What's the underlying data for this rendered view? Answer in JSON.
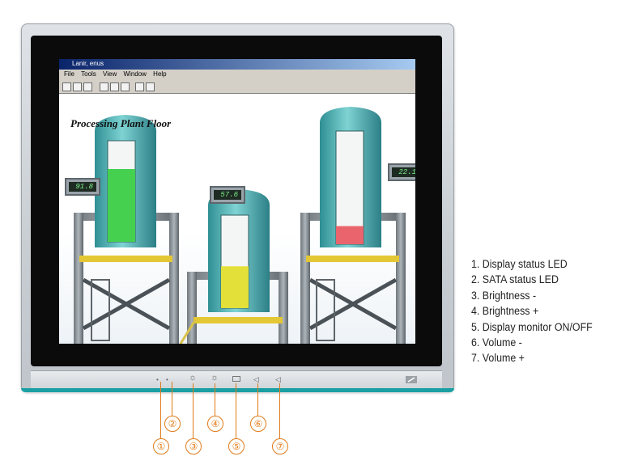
{
  "screen_app": {
    "window_title": "Lanir, enus",
    "menu": [
      "File",
      "Tools",
      "View",
      "Window",
      "Help"
    ],
    "title": "Processing Plant Floor",
    "readouts": [
      "91.8",
      "57.6",
      "22.1"
    ],
    "tank_levels": [
      0.72,
      0.45,
      0.16
    ],
    "tank_level_colors": [
      "#45d14f",
      "#e3e03a",
      "#e9646c"
    ]
  },
  "controls": [
    {
      "id": "1",
      "name": "Display status LED",
      "icon": "led-dot"
    },
    {
      "id": "2",
      "name": "SATA status LED",
      "icon": "led-dot"
    },
    {
      "id": "3",
      "name": "Brightness -",
      "icon": "sun-small-icon"
    },
    {
      "id": "4",
      "name": "Brightness +",
      "icon": "sun-large-icon"
    },
    {
      "id": "5",
      "name": "Display monitor ON/OFF",
      "icon": "display-icon"
    },
    {
      "id": "6",
      "name": "Volume -",
      "icon": "speaker-icon"
    },
    {
      "id": "7",
      "name": "Volume +",
      "icon": "speaker-icon"
    }
  ],
  "legend": [
    "1. Display status LED",
    "2. SATA status LED",
    "3. Brightness -",
    "4. Brightness +",
    "5. Display monitor ON/OFF",
    "6. Volume -",
    "7. Volume +"
  ],
  "callout_labels": [
    "①",
    "②",
    "③",
    "④",
    "⑤",
    "⑥",
    "⑦"
  ],
  "colors": {
    "callout": "#e07b1a",
    "accent_strip": "#1aa0a4",
    "bezel": "#0b0b0b"
  }
}
